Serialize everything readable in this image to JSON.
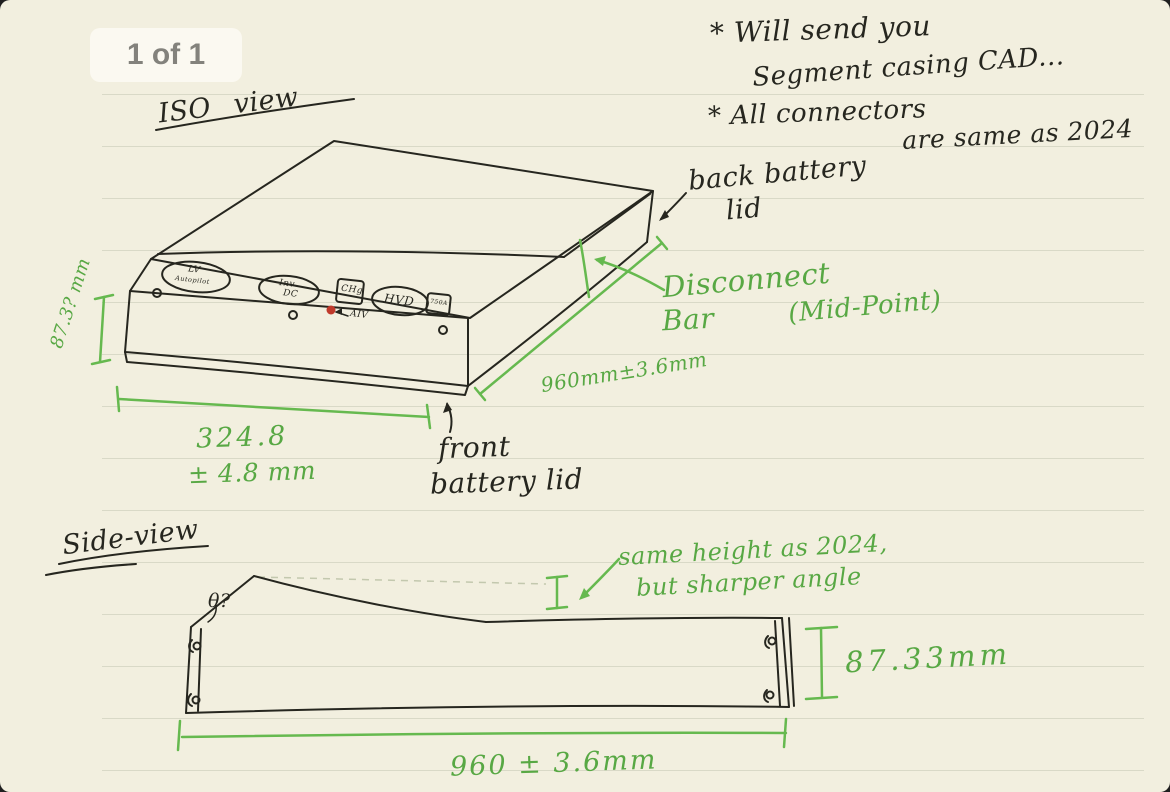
{
  "page": {
    "indicator": "1 of 1"
  },
  "header_notes": {
    "send_line1": "* Will send you",
    "send_line2": "Segment casing CAD...",
    "conn_line1": "* All connectors",
    "conn_line2": "are same as 2024"
  },
  "iso_view": {
    "title": "ISO view",
    "back_lid_line1": "back battery",
    "back_lid_line2": "lid",
    "front_lid_line1": "front",
    "front_lid_line2": "battery lid",
    "disconnect_line1": "Disconnect",
    "disconnect_line2": "Bar",
    "disconnect_line3": "(Mid-Point)",
    "dim_height": "87.3? mm",
    "dim_width_line1": "324.8",
    "dim_width_line2": "± 4.8 mm",
    "dim_depth": "960mm±3.6mm",
    "connectors": {
      "lv_line1": "LV",
      "lv_line2": "Autopilot",
      "inv_line1": "Inv",
      "inv_line2": "DC",
      "chg": "CHg",
      "hvd": "HVD",
      "amp": "750A",
      "aiv": "AIV"
    }
  },
  "side_view": {
    "title": "Side-view",
    "angle": "θ?",
    "note_line1": "same height as 2024,",
    "note_line2": "but sharper angle",
    "dim_height": "87.33mm",
    "dim_length": "960 ± 3.6mm"
  },
  "colors": {
    "paper": "#f2efdf",
    "ink": "#26261f",
    "green": "#66b94f",
    "red_dot": "#c03a2b"
  }
}
